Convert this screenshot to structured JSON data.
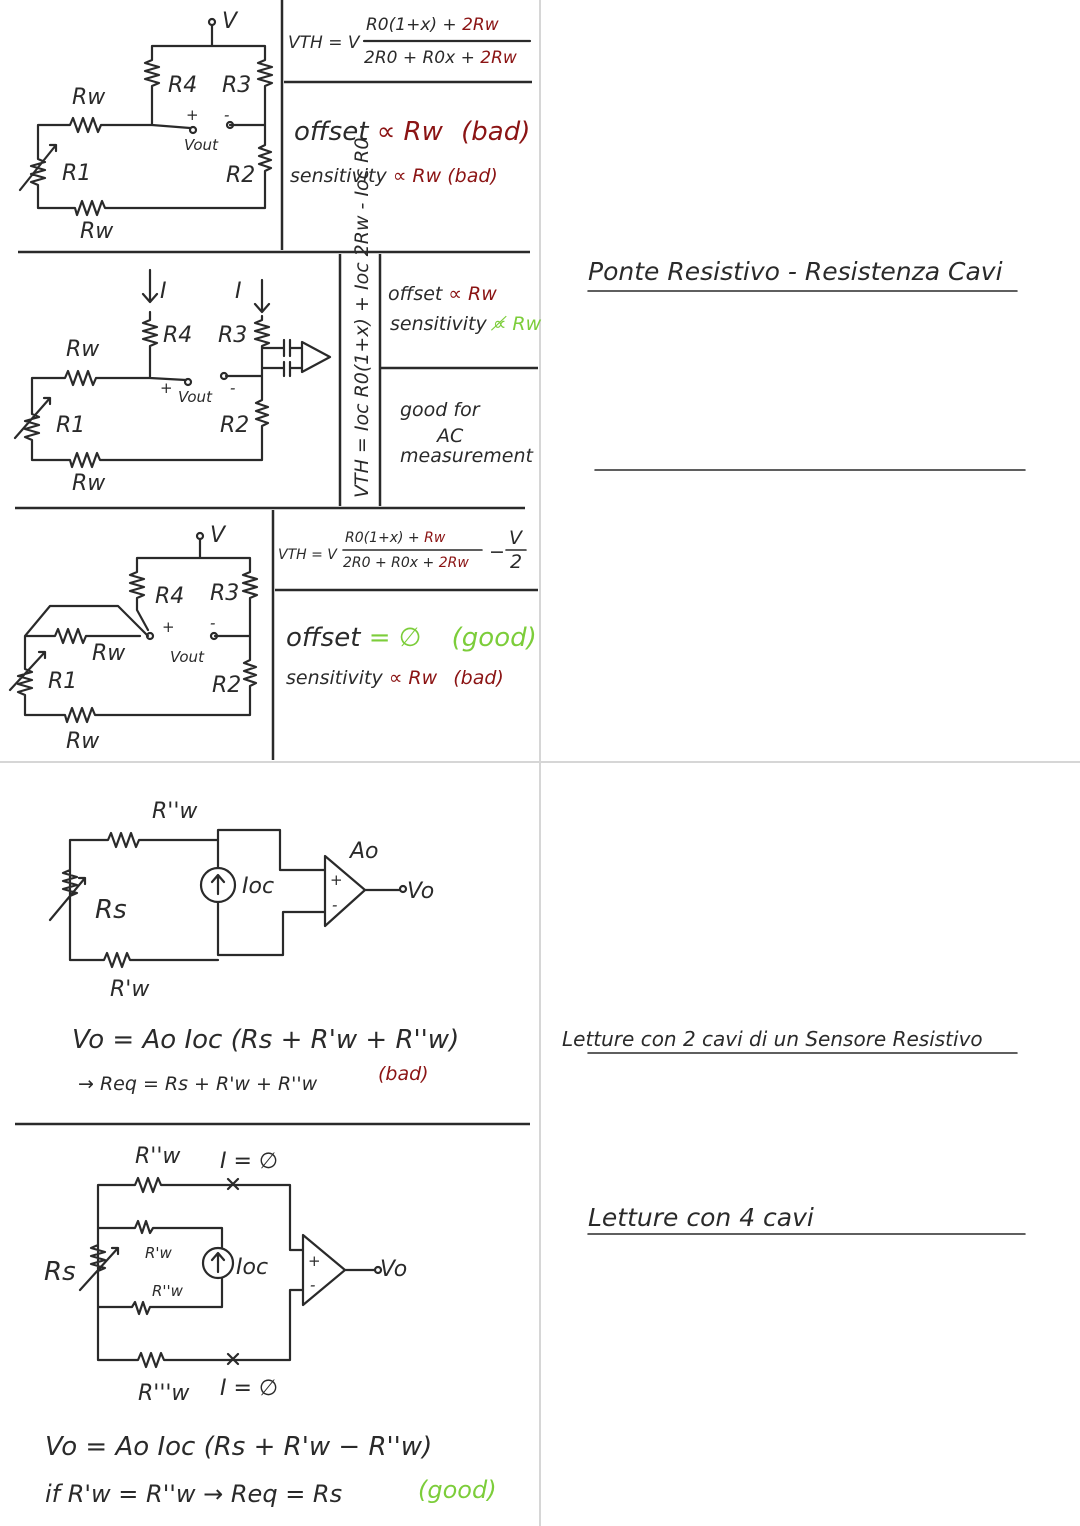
{
  "colors": {
    "ink": "#2a2a2a",
    "bad": "#8b1414",
    "good": "#7ccd3a",
    "separator": "#d6d6d6"
  },
  "right_titles": {
    "bridge": "Ponte Resistivo - Resistenza Cavi",
    "two_wire": "Letture con 2 cavi di un Sensore Resistivo",
    "four_wire": "Letture con 4 cavi"
  },
  "section1": {
    "labels": {
      "v": "V",
      "r4": "R4",
      "r3": "R3",
      "r1": "R1",
      "r2": "R2",
      "rw_top": "Rw",
      "rw_bottom": "Rw",
      "plus": "+",
      "minus": "-",
      "vout": "Vout"
    },
    "formula": {
      "lhs": "VTH = V",
      "num_a": "R0(1+x) + ",
      "num_b": "2Rw",
      "den_a": "2R0 + R0x + ",
      "den_b": "2Rw"
    },
    "offset": {
      "label": "offset",
      "rel": "∝ Rw",
      "verdict": "(bad)"
    },
    "sensitivity": {
      "label": "sensitivity",
      "rel": "∝ Rw",
      "verdict": "(bad)"
    }
  },
  "section2": {
    "labels": {
      "i_left": "I",
      "i_right": "I",
      "r4": "R4",
      "r3": "R3",
      "r1": "R1",
      "r2": "R2",
      "rw_top": "Rw",
      "rw_bottom": "Rw",
      "plus": "+",
      "minus": "-",
      "vout": "Vout"
    },
    "formula": "VTH = Ioc R0(1+x) + Ioc 2Rw - Ioc R0",
    "offset": {
      "label": "offset",
      "rel": "∝ Rw"
    },
    "sensitivity": {
      "label": "sensitivity",
      "rel": "∝̸ Rw"
    },
    "note": [
      "good for",
      "AC",
      "measurement"
    ]
  },
  "section3": {
    "labels": {
      "v": "V",
      "r4": "R4",
      "r3": "R3",
      "r1": "R1",
      "r2": "R2",
      "rw_top": "Rw",
      "rw_bottom": "Rw",
      "plus": "+",
      "minus": "-",
      "vout": "Vout"
    },
    "formula": {
      "lhs": "VTH = V",
      "num_a": "R0(1+x) + ",
      "num_b": "Rw",
      "den_a": "2R0 + R0x + ",
      "den_b": "2Rw",
      "tail": "−",
      "half_num": "V",
      "half_den": "2"
    },
    "offset": {
      "label": "offset",
      "rel": "= ∅",
      "verdict": "(good)"
    },
    "sensitivity": {
      "label": "sensitivity",
      "rel": "∝ Rw",
      "verdict": "(bad)"
    }
  },
  "section4": {
    "labels": {
      "rw2": "R''w",
      "rw1": "R'w",
      "rs": "Rs",
      "ioc": "Ioc",
      "gain": "Ao",
      "vo": "Vo",
      "plus": "+",
      "minus": "-"
    },
    "formula1": "Vo = Ao Ioc (Rs + R'w + R''w)",
    "formula2": "→ Req = Rs + R'w + R''w",
    "verdict": "(bad)"
  },
  "section5": {
    "labels": {
      "rw2": "R''w",
      "rw3": "R'''w",
      "rw1": "R'w",
      "rw2_inner": "R''w",
      "i_top": "I = ∅",
      "i_bottom": "I = ∅",
      "rs": "Rs",
      "ioc": "Ioc",
      "vo": "Vo",
      "plus": "+",
      "minus": "-"
    },
    "formula1": "Vo = Ao Ioc (Rs + R'w − R''w)",
    "formula2": "if R'w = R''w → Req = Rs",
    "verdict": "(good)"
  }
}
